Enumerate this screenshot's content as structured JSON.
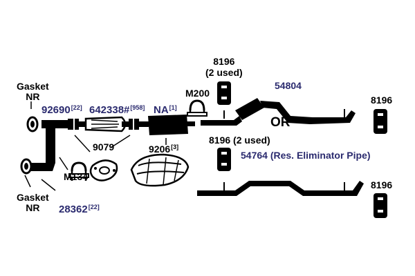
{
  "colors": {
    "ink": "#000000",
    "part_number": "#2a2a6e",
    "background": "#ffffff"
  },
  "labels": {
    "gasket_nr_top": {
      "line1": "Gasket",
      "line2": "NR"
    },
    "gasket_nr_bottom": {
      "line1": "Gasket",
      "line2": "NR"
    },
    "part_92690": {
      "number": "92690",
      "qty": "[22]"
    },
    "part_642338": {
      "number": "642338#",
      "qty": "[958]"
    },
    "part_na": {
      "number": "NA",
      "qty": "[1]"
    },
    "part_m200": "M200",
    "part_8196_top": {
      "number": "8196",
      "note": "(2 used)"
    },
    "part_54804": "54804",
    "part_8196_right_top": "8196",
    "or_text": "OR",
    "part_9079": "9079",
    "part_9206": {
      "number": "9206",
      "qty": "[3]"
    },
    "part_8196_mid": "8196 (2 used)",
    "part_54764": "54764 (Res. Eliminator Pipe)",
    "part_m134": "M134",
    "part_28362": {
      "number": "28362",
      "qty": "[22]"
    },
    "part_8196_right_bottom": "8196"
  },
  "icons": {
    "flange_gasket": "gasket-icon",
    "u_bolt_clamp": "clamp-icon",
    "rubber_hanger": "hanger-icon",
    "catalytic_converter": "catalytic-converter-icon",
    "muffler": "muffler-icon",
    "heat_shield": "heat-shield-icon"
  }
}
